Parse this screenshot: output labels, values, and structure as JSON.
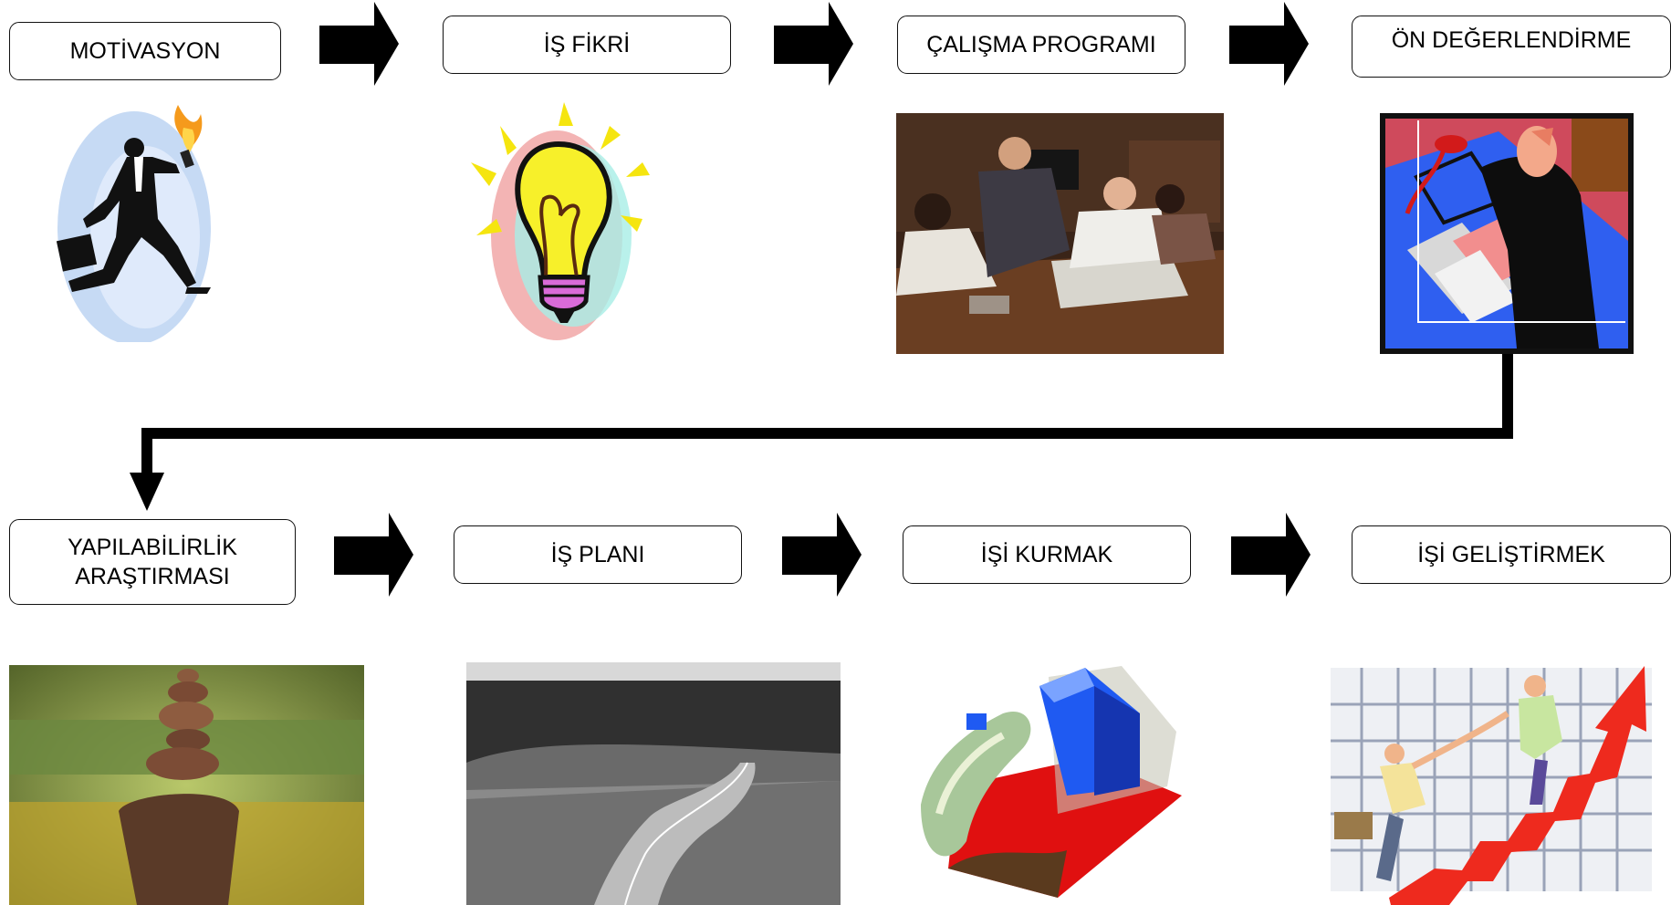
{
  "flow": {
    "steps": [
      {
        "id": "motivation",
        "label": "MOTİVASYON",
        "illustration": "runner-with-torch-icon"
      },
      {
        "id": "business-idea",
        "label": "İŞ FİKRİ",
        "illustration": "light-bulb-icon"
      },
      {
        "id": "work-program",
        "label": "ÇALIŞMA PROGRAMI",
        "illustration": "meeting-photo"
      },
      {
        "id": "pre-evaluation",
        "label": "ÖN DEĞERLENDİRME",
        "illustration": "thinking-man-at-desk-icon"
      },
      {
        "id": "feasibility",
        "label": "YAPILABİLİRLİK\nARAŞTIRMASI",
        "illustration": "stacked-stones-photo"
      },
      {
        "id": "business-plan",
        "label": "İŞ PLANI",
        "illustration": "winding-road-photo"
      },
      {
        "id": "start-business",
        "label": "İŞİ KURMAK",
        "illustration": "building-climber-icon"
      },
      {
        "id": "grow-business",
        "label": "İŞİ GELİŞTİRMEK",
        "illustration": "growth-staircase-icon"
      }
    ]
  },
  "colors": {
    "arrow": "#000000",
    "box_border": "#111111",
    "text": "#000000"
  }
}
